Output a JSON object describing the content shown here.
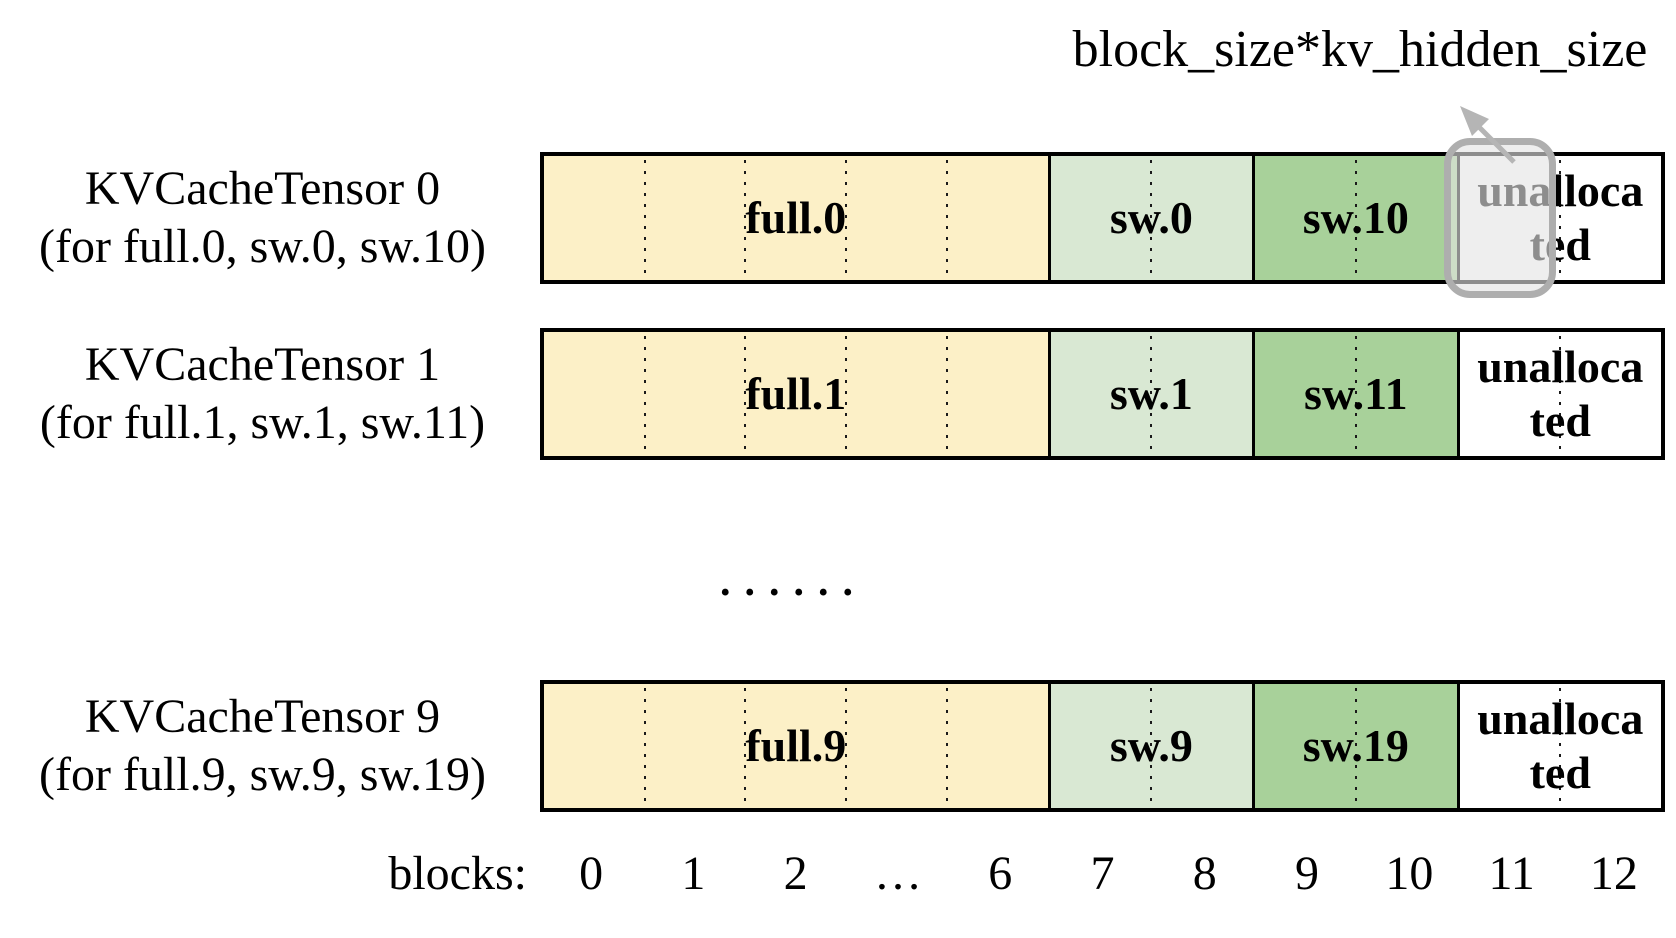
{
  "annotation": {
    "label": "block_size*kv_hidden_size"
  },
  "colors": {
    "full": "#FCF0C7",
    "sw": "#D9E8D3",
    "sw2": "#A8D19A",
    "unallocated": "#FFFFFF",
    "highlight_fill": "#E4E4E4",
    "highlight_border": "#AEAEAE",
    "bar_border": "#000000",
    "arrow": "#B5B5B5"
  },
  "rows": [
    {
      "title": "KVCacheTensor 0",
      "subtitle": "(for full.0, sw.0, sw.10)",
      "highlighted": true,
      "segments": [
        {
          "label": "full.0",
          "blocks": 5,
          "color": "full"
        },
        {
          "label": "sw.0",
          "blocks": 2,
          "color": "sw"
        },
        {
          "label": "sw.10",
          "blocks": 2,
          "color": "sw2"
        },
        {
          "label": "unalloca\nted",
          "blocks": 2,
          "color": "unallocated"
        }
      ]
    },
    {
      "title": "KVCacheTensor 1",
      "subtitle": "(for full.1, sw.1, sw.11)",
      "highlighted": false,
      "segments": [
        {
          "label": "full.1",
          "blocks": 5,
          "color": "full"
        },
        {
          "label": "sw.1",
          "blocks": 2,
          "color": "sw"
        },
        {
          "label": "sw.11",
          "blocks": 2,
          "color": "sw2"
        },
        {
          "label": "unalloca\nted",
          "blocks": 2,
          "color": "unallocated"
        }
      ]
    },
    {
      "title": "KVCacheTensor 9",
      "subtitle": "(for full.9, sw.9, sw.19)",
      "highlighted": false,
      "segments": [
        {
          "label": "full.9",
          "blocks": 5,
          "color": "full"
        },
        {
          "label": "sw.9",
          "blocks": 2,
          "color": "sw"
        },
        {
          "label": "sw.19",
          "blocks": 2,
          "color": "sw2"
        },
        {
          "label": "unalloca\nted",
          "blocks": 2,
          "color": "unallocated"
        }
      ]
    }
  ],
  "ellipsis": "......",
  "axis": {
    "label": "blocks:",
    "ticks": [
      "0",
      "1",
      "2",
      "…",
      "6",
      "7",
      "8",
      "9",
      "10",
      "11",
      "12"
    ]
  }
}
